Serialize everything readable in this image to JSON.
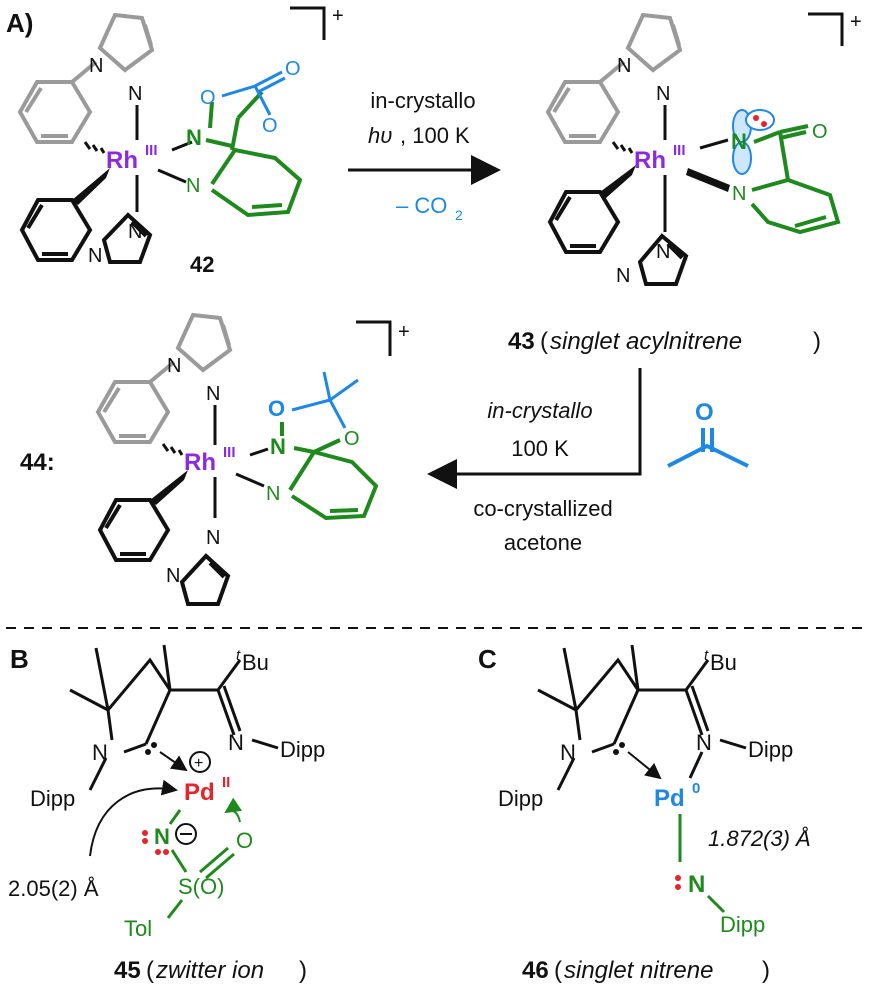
{
  "colors": {
    "black": "#111111",
    "gray": "#9a9a9a",
    "green": "#1e8a1e",
    "blue": "#1e88e5",
    "purple": "#8a2be2",
    "red": "#e8232a"
  },
  "panels": {
    "a_label": "A)",
    "b_label": "B",
    "c_label": "C"
  },
  "atoms": {
    "rh": "Rh",
    "rh_ox": "III",
    "n": "N",
    "o": "O",
    "pd": "Pd",
    "pd_ox_b": "II",
    "pd_ox_c": "0",
    "s": "S(O)",
    "t_prefix": "t",
    "bu": "Bu",
    "dipp": "Dipp",
    "tol": "Tol",
    "charge_plus": "+"
  },
  "compounds": {
    "c42": "42",
    "c43_num": "43",
    "c43_desc": "singlet acylnitrene",
    "c44": "44:",
    "c45_num": "45",
    "c45_desc": "zwitter ion",
    "c46_num": "46",
    "c46_desc": "singlet nitrene"
  },
  "arrows": {
    "top_line1": "in-crystallo",
    "top_line2_sym": "hυ",
    "top_line2_rest": ", 100 K",
    "top_below": "– CO",
    "top_below_sub": "2",
    "bottom_line1": "in-crystallo",
    "bottom_line2": "100 K",
    "bottom_below1": "co-crystallized",
    "bottom_below2": "acetone"
  },
  "measurements": {
    "b_bond": "2.05(2) Å",
    "c_bond": "1.872(3) Å"
  }
}
